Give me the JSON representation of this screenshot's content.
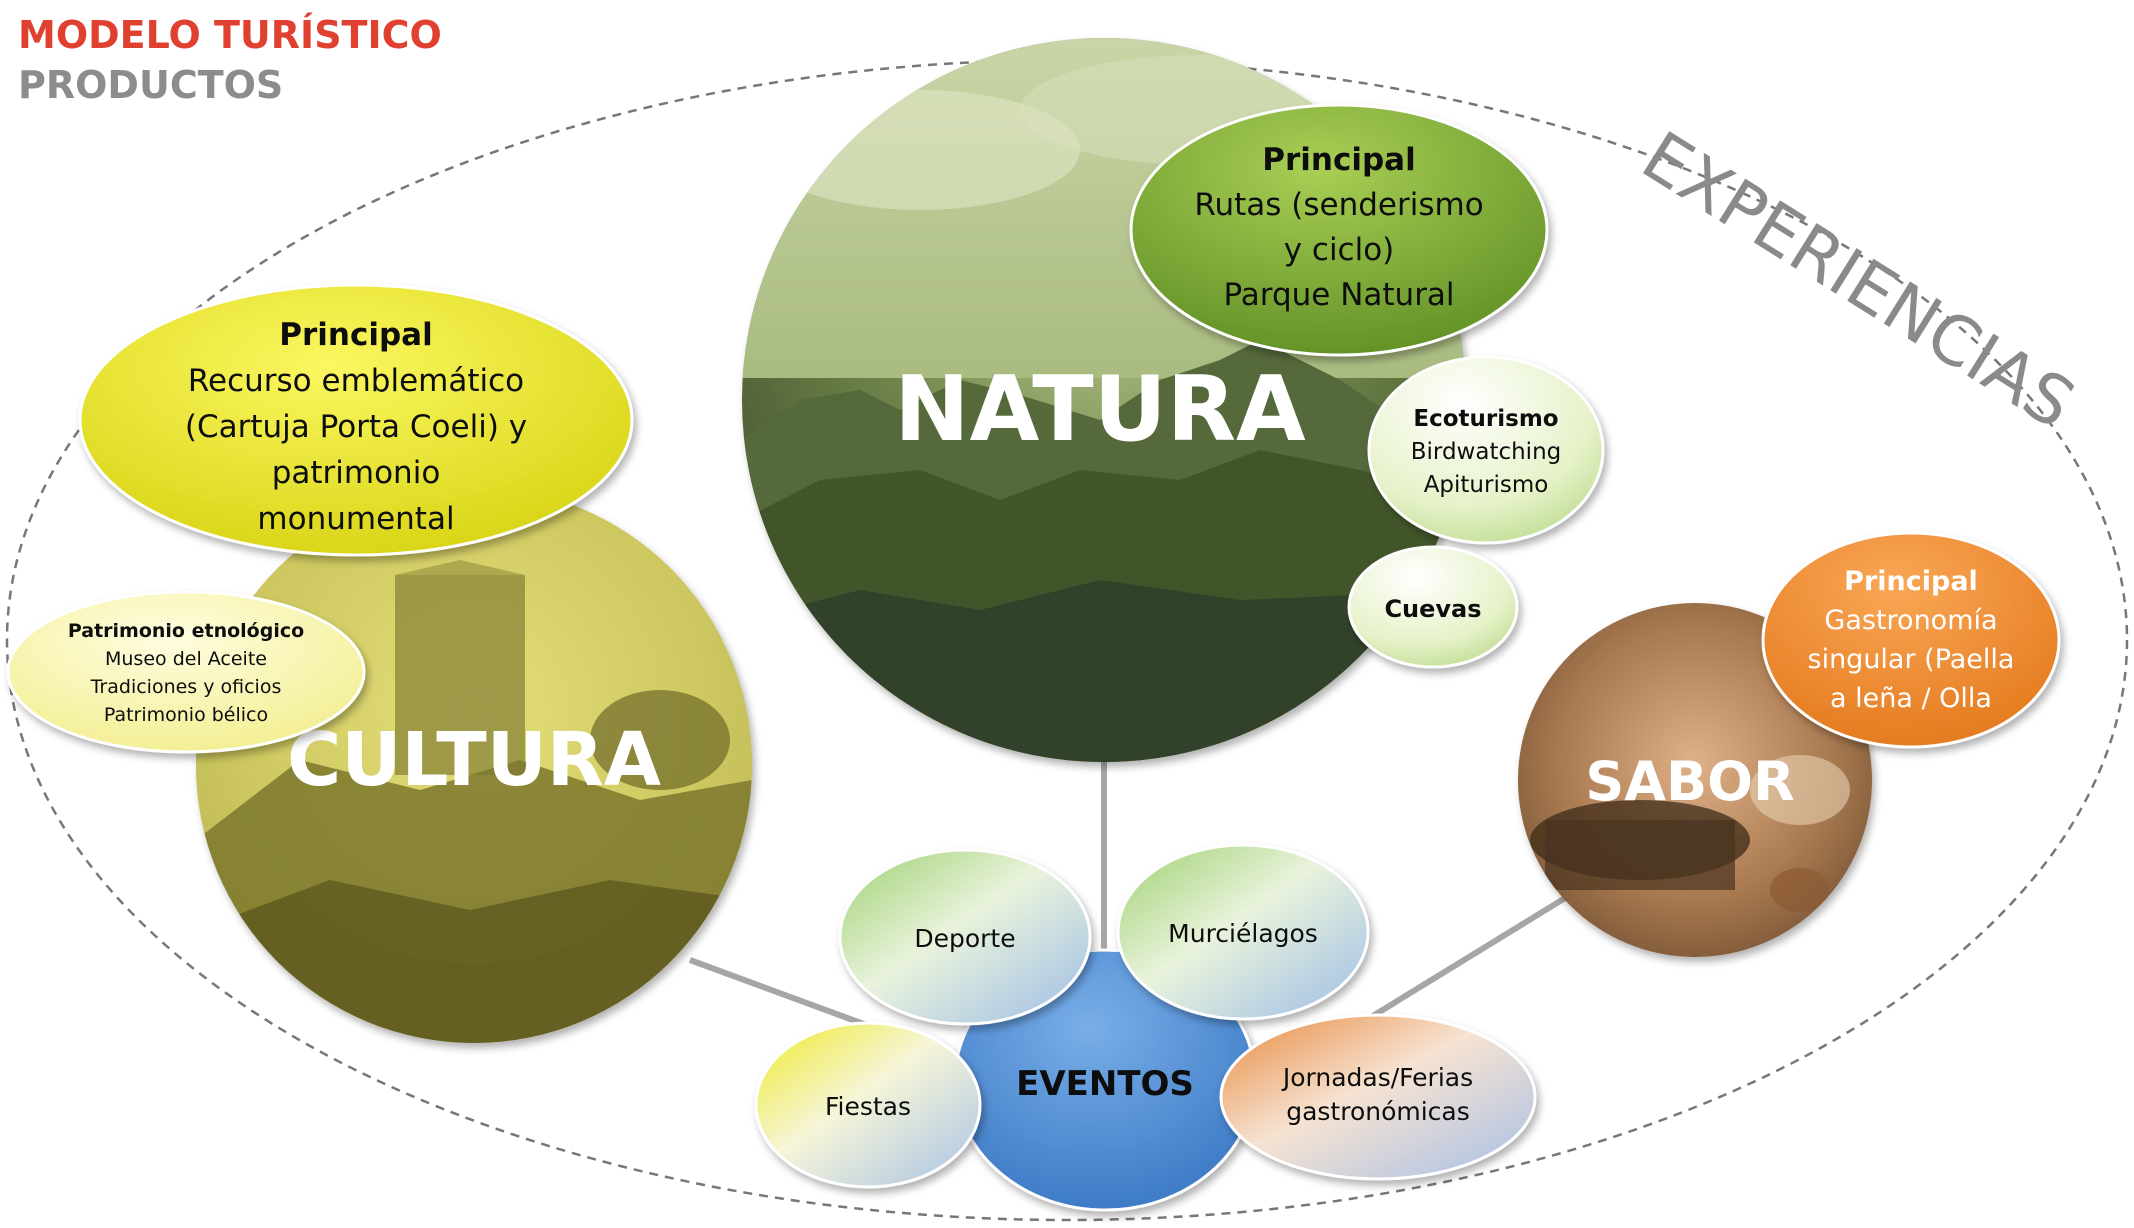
{
  "header": {
    "title": "MODELO TURÍSTICO",
    "subtitle": "PRODUCTOS"
  },
  "frame_label": "EXPERIENCIAS",
  "natura": {
    "label": "NATURA",
    "principal": {
      "heading": "Principal",
      "lines": [
        "Rutas (senderismo",
        "y ciclo)",
        "Parque Natural"
      ]
    },
    "ecoturismo": {
      "heading": "Ecoturismo",
      "lines": [
        "Birdwatching",
        "Apiturismo"
      ]
    },
    "cuevas": "Cuevas"
  },
  "cultura": {
    "label": "CULTURA",
    "principal": {
      "heading": "Principal",
      "lines": [
        "Recurso emblemático",
        "(Cartuja Porta Coeli) y",
        "patrimonio",
        "monumental"
      ]
    },
    "etnologico": {
      "heading": "Patrimonio etnológico",
      "lines": [
        "Museo del Aceite",
        "Tradiciones y oficios",
        "Patrimonio bélico"
      ]
    }
  },
  "sabor": {
    "label": "SABOR",
    "principal": {
      "heading": "Principal",
      "lines": [
        "Gastronomía",
        "singular (Paella",
        "a leña / Olla"
      ]
    }
  },
  "eventos": {
    "label": "EVENTOS",
    "items": {
      "deporte": "Deporte",
      "murcielagos": "Murciélagos",
      "fiestas": "Fiestas",
      "jornadas": [
        "Jornadas/Ferias",
        "gastronómicas"
      ]
    }
  },
  "colors": {
    "title_red": "#e0402f",
    "subtitle_gray": "#8c8c8c",
    "natura_green": "#7fa83a",
    "cultura_yellow": "#ece82a",
    "sabor_orange": "#e98a2c",
    "eventos_blue": "#4f8fd6",
    "frame_gray": "#777777"
  }
}
